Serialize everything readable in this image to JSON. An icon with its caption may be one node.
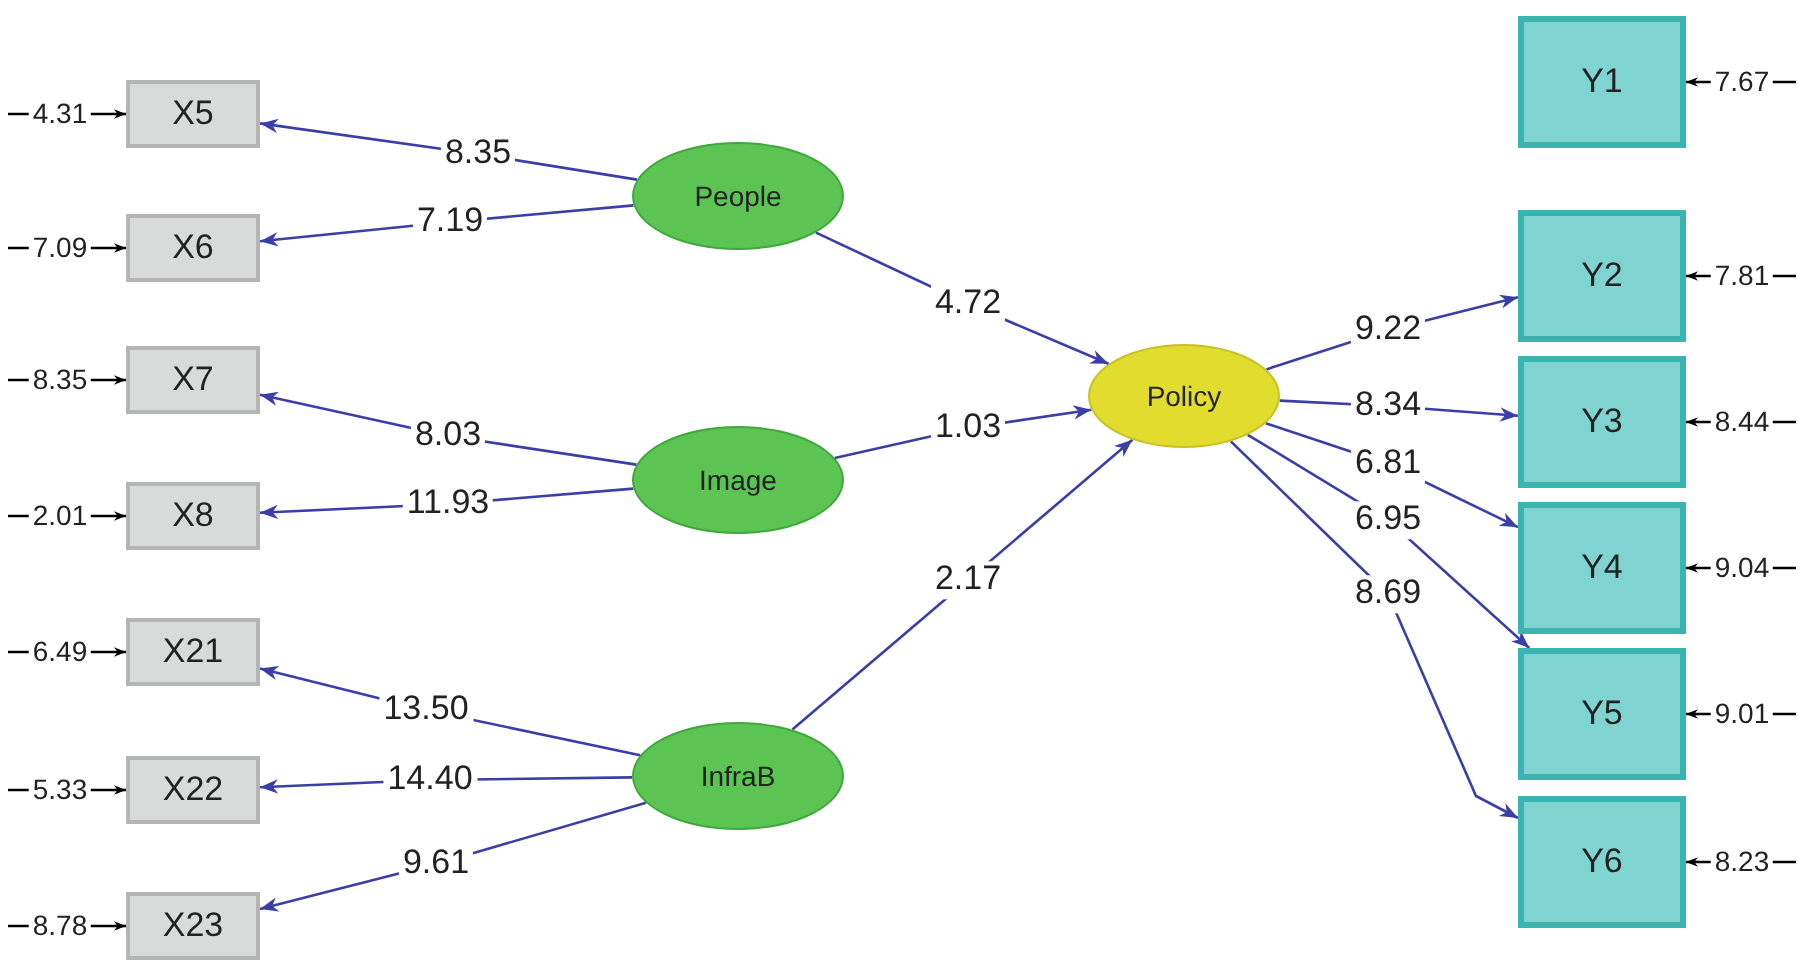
{
  "diagram": {
    "nodes": [
      {
        "text": [
          "X5"
        ]
      },
      {
        "text": [
          "X6"
        ]
      },
      {
        "text": [
          "X7"
        ]
      },
      {
        "text": [
          "X8"
        ]
      },
      {
        "text": [
          "X21"
        ]
      },
      {
        "text": [
          "X22"
        ]
      },
      {
        "text": [
          "X23"
        ]
      },
      {
        "text": [
          "People"
        ]
      },
      {
        "text": [
          "Image"
        ]
      },
      {
        "text": [
          "InfraB"
        ]
      },
      {
        "text": [
          "Policy"
        ]
      },
      {
        "text": [
          "Y1"
        ]
      },
      {
        "text": [
          "Y2"
        ]
      },
      {
        "text": [
          "Y3"
        ]
      },
      {
        "text": [
          "Y4"
        ]
      },
      {
        "text": [
          "Y5"
        ]
      },
      {
        "text": [
          "Y6"
        ]
      }
    ],
    "edges": [
      {
        "from": 7,
        "to": 0,
        "arrow": "to",
        "label": "8.35"
      },
      {
        "from": 7,
        "to": 1,
        "arrow": "to",
        "label": "7.19"
      },
      {
        "from": 8,
        "to": 2,
        "arrow": "to",
        "label": "8.03"
      },
      {
        "from": 8,
        "to": 3,
        "arrow": "to",
        "label": "11.93"
      },
      {
        "from": 9,
        "to": 4,
        "arrow": "to",
        "label": "13.50"
      },
      {
        "from": 9,
        "to": 5,
        "arrow": "to",
        "label": "14.40"
      },
      {
        "from": 9,
        "to": 6,
        "arrow": "to",
        "label": "9.61"
      },
      {
        "from": 7,
        "to": 10,
        "arrow": "to",
        "label": "4.72"
      },
      {
        "from": 8,
        "to": 10,
        "arrow": "to",
        "label": "1.03"
      },
      {
        "from": 9,
        "to": 10,
        "arrow": "to",
        "label": "2.17"
      },
      {
        "from": 10,
        "to": 12,
        "arrow": "to",
        "label": "9.22"
      },
      {
        "from": 10,
        "to": 13,
        "arrow": "to",
        "label": "8.34"
      },
      {
        "from": 10,
        "to": 14,
        "arrow": "to",
        "label": "6.81"
      },
      {
        "from": 10,
        "to": 15,
        "arrow": "to",
        "label": "6.95"
      },
      {
        "from": 10,
        "to": 16,
        "arrow": "to",
        "label": "8.69"
      },
      {
        "from": null,
        "to": 0,
        "arrow": "to",
        "label": "4.31",
        "color": "#000000"
      },
      {
        "from": null,
        "to": 1,
        "arrow": "to",
        "label": "7.09",
        "color": "#000000"
      },
      {
        "from": null,
        "to": 2,
        "arrow": "to",
        "label": "8.35",
        "color": "#000000"
      },
      {
        "from": null,
        "to": 3,
        "arrow": "to",
        "label": "2.01",
        "color": "#000000"
      },
      {
        "from": null,
        "to": 4,
        "arrow": "to",
        "label": "6.49",
        "color": "#000000"
      },
      {
        "from": null,
        "to": 5,
        "arrow": "to",
        "label": "5.33",
        "color": "#000000"
      },
      {
        "from": null,
        "to": 6,
        "arrow": "to",
        "label": "8.78",
        "color": "#000000"
      },
      {
        "from": null,
        "to": 11,
        "arrow": "to",
        "label": "7.67",
        "color": "#000000"
      },
      {
        "from": null,
        "to": 12,
        "arrow": "to",
        "label": "7.81",
        "color": "#000000"
      },
      {
        "from": null,
        "to": 13,
        "arrow": "to",
        "label": "8.44",
        "color": "#000000"
      },
      {
        "from": null,
        "to": 14,
        "arrow": "to",
        "label": "9.04",
        "color": "#000000"
      },
      {
        "from": null,
        "to": 15,
        "arrow": "to",
        "label": "9.01",
        "color": "#000000"
      },
      {
        "from": null,
        "to": 16,
        "arrow": "to",
        "label": "8.23",
        "color": "#000000"
      }
    ]
  }
}
